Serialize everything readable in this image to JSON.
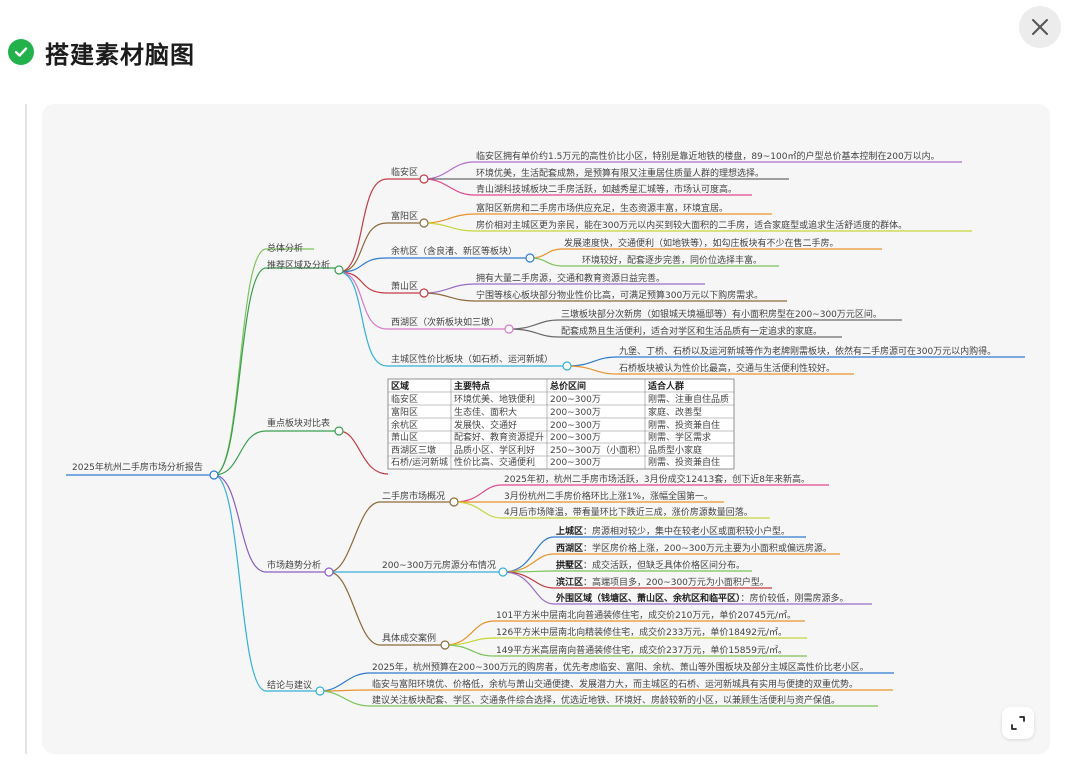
{
  "dialog": {
    "title": "搭建素材脑图",
    "icons": {
      "status": "check-circle-icon",
      "close": "close-icon",
      "expand": "expand-icon"
    },
    "colors": {
      "success": "#22b14c",
      "canvas_bg": "#f6f6f6"
    }
  },
  "mindmap": {
    "root": "2025年杭州二手房市场分析报告",
    "branches": {
      "overview": "总体分析",
      "recommend": "推荐区域及分析",
      "compare": "重点板块对比表",
      "trend": "市场趋势分析",
      "conclusion": "结论与建议"
    },
    "districts": {
      "linan": {
        "label": "临安区",
        "notes": [
          "临安区拥有单价约1.5万元的高性价比小区，特别是靠近地铁的楼盘，89~100㎡的户型总价基本控制在200万以内。",
          "环境优美，生活配套成熟，是预算有限又注重居住质量人群的理想选择。",
          "青山湖科技城板块二手房活跃，如越秀星汇城等，市场认可度高。"
        ]
      },
      "fuyang": {
        "label": "富阳区",
        "notes": [
          "富阳区新房和二手房市场供应充足，生态资源丰富，环境宜居。",
          "房价相对主城区更为亲民，能在300万元以内买到较大面积的二手房，适合家庭型或追求生活舒适度的群体。"
        ]
      },
      "yuhang": {
        "label": "余杭区（含良渚、新区等板块）",
        "notes": [
          "发展速度快，交通便利（如地铁等），如勾庄板块有不少在售二手房。",
          "环境较好，配套逐步完善，同价位选择丰富。"
        ]
      },
      "xiaoshan": {
        "label": "萧山区",
        "notes": [
          "拥有大量二手房源，交通和教育资源日益完善。",
          "宁围等核心板块部分物业性价比高，可满足预算300万元以下购房需求。"
        ]
      },
      "xihu": {
        "label": "西湖区（次新板块如三墩）",
        "notes": [
          "三墩板块部分次新房（如银城天境福邸等）有小面积房型在200~300万元区间。",
          "配套成熟且生活便利，适合对学区和生活品质有一定追求的家庭。"
        ]
      },
      "core": {
        "label": "主城区性价比板块（如石桥、运河新城）",
        "notes": [
          "九堡、丁桥、石桥以及运河新城等作为老牌刚需板块，依然有二手房源可在300万元以内购得。",
          "石桥板块被认为性价比最高，交通与生活便利性较好。"
        ]
      }
    },
    "table": {
      "headers": [
        "区域",
        "主要特点",
        "总价区间",
        "适合人群"
      ],
      "rows": [
        [
          "临安区",
          "环境优美、地铁便利",
          "200~300万",
          "刚需、注重自住品质"
        ],
        [
          "富阳区",
          "生态佳、面积大",
          "200~300万",
          "家庭、改善型"
        ],
        [
          "余杭区",
          "发展快、交通好",
          "200~300万",
          "刚需、投资兼自住"
        ],
        [
          "萧山区",
          "配套好、教育资源提升",
          "200~300万",
          "刚需、学区需求"
        ],
        [
          "西湖区三墩",
          "品质小区、学区利好",
          "250~300万（小面积）",
          "品质型小家庭"
        ],
        [
          "石桥/运河新城",
          "性价比高、交通便利",
          "200~300万",
          "刚需、投资兼自住"
        ]
      ]
    },
    "trend": {
      "market": {
        "label": "二手房市场概况",
        "notes": [
          "2025年初，杭州二手房市场活跃，3月份成交12413套，创下近8年来新高。",
          "3月份杭州二手房价格环比上涨1%，涨幅全国第一。",
          "4月后市场降温，带看量环比下跌近三成，涨价房源数量回落。"
        ]
      },
      "distribution": {
        "label": "200~300万元房源分布情况",
        "items": [
          {
            "name": "上城区",
            "desc": "：房源相对较少，集中在较老小区或面积较小户型。"
          },
          {
            "name": "西湖区",
            "desc": "：学区房价格上涨，200~300万元主要为小面积或偏远房源。"
          },
          {
            "name": "拱墅区",
            "desc": "：成交活跃，但缺乏具体价格区间分布。"
          },
          {
            "name": "滨江区",
            "desc": "：高端项目多，200~300万元为小面积户型。"
          },
          {
            "name": "外围区域（钱塘区、萧山区、余杭区和临平区）",
            "desc": "：房价较低，刚需房源多。"
          }
        ]
      },
      "cases": {
        "label": "具体成交案例",
        "notes": [
          "101平方米中层南北向普通装修住宅，成交价210万元，单价20745元/㎡。",
          "126平方米中层南北向精装修住宅，成交价233万元，单价18492元/㎡。",
          "149平方米高层南向普通装修住宅，成交价237万元，单价15859元/㎡。"
        ]
      }
    },
    "conclusion": [
      "2025年，杭州预算在200~300万元的购房者，优先考虑临安、富阳、余杭、萧山等外围板块及部分主城区高性价比老小区。",
      "临安与富阳环境优、价格低，余杭与萧山交通便捷、发展潜力大，而主城区的石桥、运河新城具有实用与便捷的双重优势。",
      "建议关注板块配套、学区、交通条件综合选择，优选近地铁、环境好、房龄较新的小区，以兼顾生活便利与资产保值。"
    ]
  }
}
